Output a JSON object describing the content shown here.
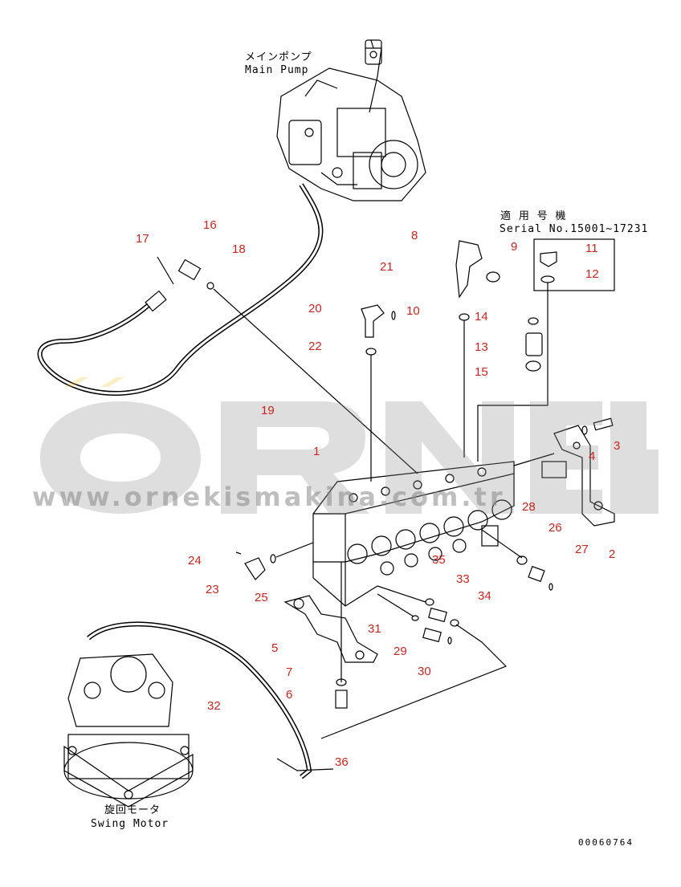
{
  "labels": {
    "main_pump_jp": "メインポンプ",
    "main_pump_en": "Main Pump",
    "swing_motor_jp": "旋回モータ",
    "swing_motor_en": "Swing Motor",
    "serial_jp": "適 用 号 機",
    "serial_en": "Serial No.15001~17231",
    "drawing_code": "00060764"
  },
  "watermark": {
    "brand": "ÖRNEK",
    "url": "www.ornekismakina.com.tr",
    "accent_color": "#f2c12e"
  },
  "colors": {
    "callout": "#c8251e",
    "line": "#000000"
  },
  "callouts": [
    "1",
    "2",
    "3",
    "4",
    "5",
    "6",
    "7",
    "8",
    "9",
    "10",
    "11",
    "12",
    "13",
    "14",
    "15",
    "16",
    "17",
    "18",
    "19",
    "20",
    "21",
    "22",
    "23",
    "24",
    "25",
    "26",
    "27",
    "28",
    "29",
    "30",
    "31",
    "32",
    "33",
    "34",
    "35",
    "36"
  ]
}
